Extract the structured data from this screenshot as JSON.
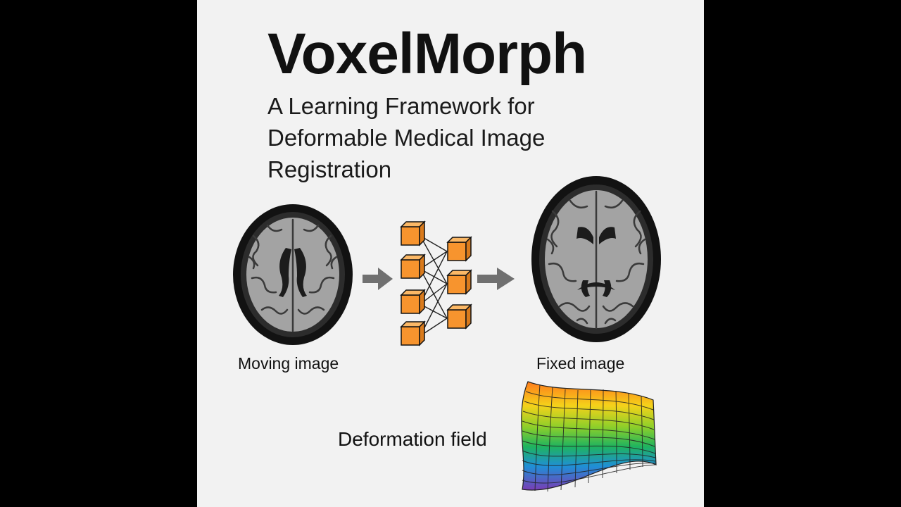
{
  "title": "VoxelMorph",
  "subtitle": {
    "line1": "A Learning Framework for",
    "line2": "Deformable Medical Image",
    "line3": "Registration"
  },
  "labels": {
    "moving": "Moving image",
    "fixed": "Fixed image",
    "deformation": "Deformation field"
  },
  "icons": {
    "moving_brain": "brain-mri-axial-slice",
    "fixed_brain": "brain-mri-axial-slice",
    "network": "neural-network-cubes",
    "arrows": "right-arrow",
    "field": "deformation-grid"
  },
  "colors": {
    "background": "#f2f2f2",
    "letterbox": "#000000",
    "text": "#111111",
    "cube": "#f7942e",
    "arrow": "#707070",
    "brain_tissue": "#9a9a9a"
  }
}
